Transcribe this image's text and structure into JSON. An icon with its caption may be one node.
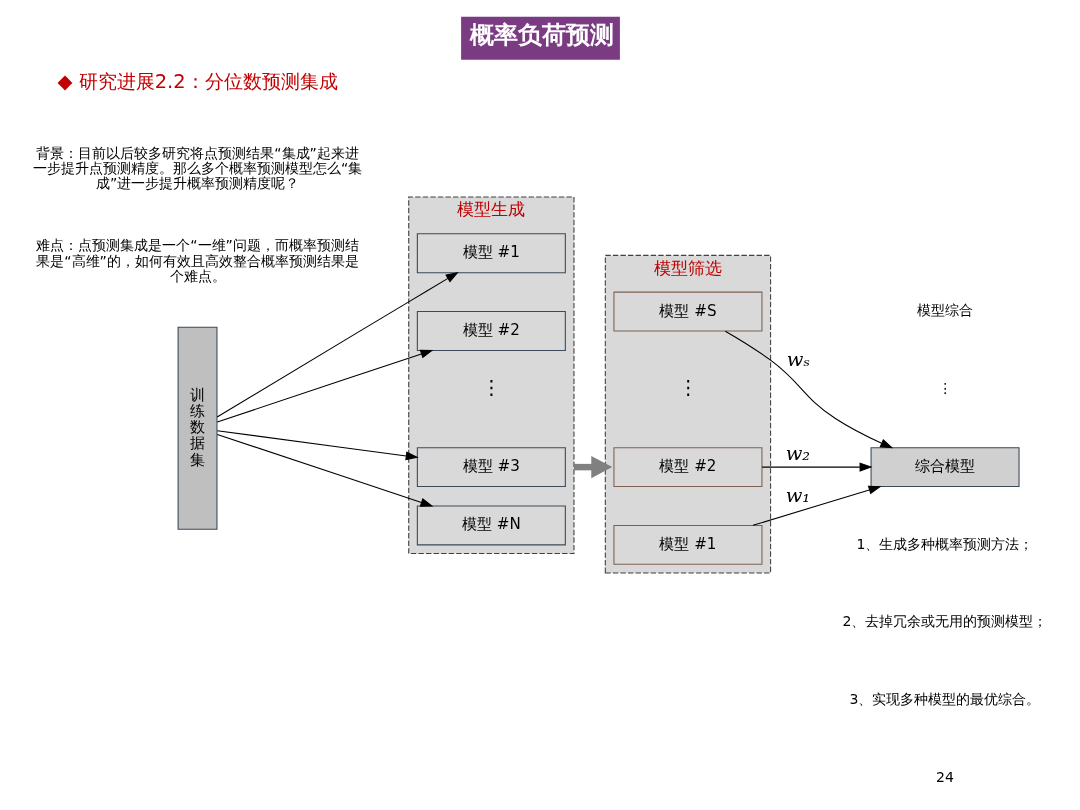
{
  "diagram": {
    "title": "概率负荷预测",
    "nodes": [
      {
        "text": [
          "训练数据集"
        ]
      },
      {
        "text": [
          "模型生成"
        ]
      },
      {
        "text": [
          "模型 #1"
        ],
        "in": 1
      },
      {
        "text": [
          "模型 #2"
        ],
        "in": 1
      },
      {
        "text": [
          "模型 #3"
        ],
        "in": 1
      },
      {
        "text": [
          "模型 #N"
        ],
        "in": 1
      },
      {
        "text": [
          "模型筛选"
        ]
      },
      {
        "text": [
          "模型 #1"
        ],
        "in": 6
      },
      {
        "text": [
          "模型 #2"
        ],
        "in": 6
      },
      {
        "text": [
          "模型 #S"
        ],
        "in": 6
      },
      {
        "text": [
          "综合模型"
        ]
      }
    ],
    "edges": [
      {
        "from": 0,
        "to": 2,
        "arrow": "to"
      },
      {
        "from": 0,
        "to": 3,
        "arrow": "to"
      },
      {
        "from": 0,
        "to": 4,
        "arrow": "to"
      },
      {
        "from": 0,
        "to": 5,
        "arrow": "to"
      },
      {
        "from": 1,
        "to": 6,
        "arrow": "to",
        "style": "thick",
        "color": "#808080"
      },
      {
        "from": 7,
        "to": 10,
        "arrow": "to",
        "label": "w₁"
      },
      {
        "from": 8,
        "to": 10,
        "arrow": "to",
        "label": "w₂"
      },
      {
        "from": 9,
        "to": 10,
        "arrow": "to",
        "label": "wₛ"
      }
    ],
    "labels": [
      "◆ 研究进展2.2：分位数预测集成",
      "背景：目前以后较多研究将点预测结果“集成”起来进一步提升点预测精度。那么多个概率预测模型怎么“集成”进一步提升概率预测精度呢？",
      "难点：点预测集成是一个“一维”问题，而概率预测结果是“高维”的，如何有效且高效整合概率预测结果是个难点。",
      "⋮",
      "⋮",
      "模型综合",
      "⋮",
      "1、生成多种概率预测方法；",
      "2、去掉冗余或无用的预测模型；",
      "3、实现多种模型的最优综合。",
      "24"
    ]
  }
}
